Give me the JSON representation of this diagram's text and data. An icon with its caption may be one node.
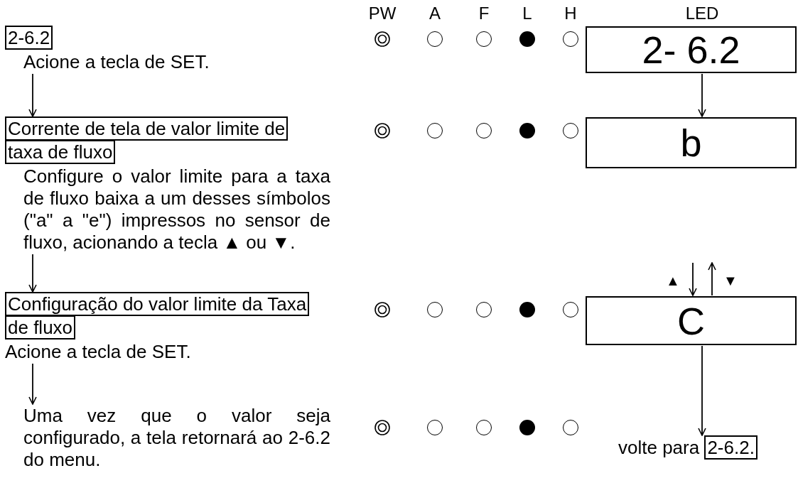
{
  "diagram": {
    "nodes": [
      {
        "text": [
          "2-6.2",
          "Acione a tecla de SET."
        ]
      },
      {
        "text": [
          "Corrente de tela de valor limite de taxa de fluxo",
          "Configure o valor limite para a taxa de fluxo baixa a um desses símbolos (\"a\" a \"e\") impressos no sensor de fluxo, acionando a tecla ▲ ou ▼."
        ]
      },
      {
        "text": [
          "Configuração do valor limite da Taxa de fluxo",
          "Acione a tecla de SET."
        ]
      },
      {
        "text": [
          "Uma vez que o valor seja configurado, a tela retornará ao 2-6.2 do menu."
        ]
      },
      {
        "text": [
          "2- 6.2"
        ]
      },
      {
        "text": [
          "b"
        ]
      },
      {
        "text": [
          "C"
        ]
      },
      {
        "text": [
          "2-6.2."
        ],
        "beside": [
          "volte para"
        ]
      }
    ],
    "edges": [
      {
        "from": 0,
        "to": 1,
        "arrow": "to"
      },
      {
        "from": 1,
        "to": 2,
        "arrow": "to"
      },
      {
        "from": 2,
        "to": 3,
        "arrow": "to"
      },
      {
        "from": 4,
        "to": 5,
        "arrow": "to"
      },
      {
        "from": null,
        "to": 6,
        "arrow": "to",
        "label": "▲"
      },
      {
        "from": 6,
        "to": null,
        "arrow": "to",
        "label": "▼"
      },
      {
        "from": 6,
        "to": 7,
        "arrow": "to"
      }
    ],
    "labels": [
      "PW",
      "A",
      "F",
      "L",
      "H",
      "LED"
    ]
  }
}
